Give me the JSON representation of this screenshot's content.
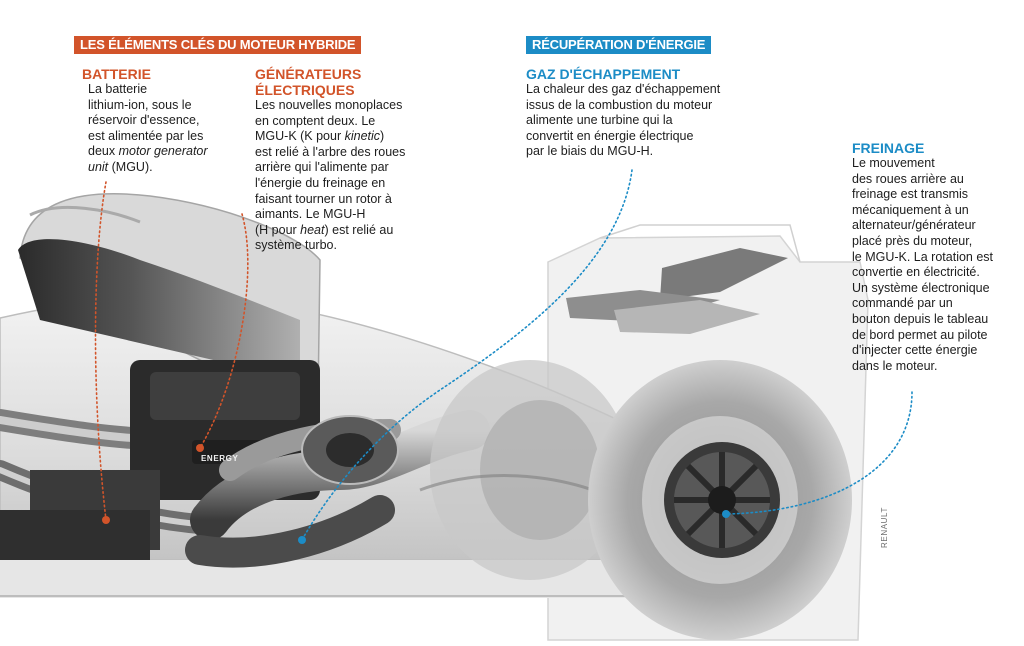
{
  "banners": {
    "hybrid": "LES ÉLÉMENTS CLÉS DU MOTEUR HYBRIDE",
    "recovery": "RÉCUPÉRATION D'ÉNERGIE"
  },
  "battery": {
    "title": "BATTERIE",
    "lines": [
      "La batterie",
      "lithium-ion, sous le",
      "réservoir d'essence,",
      "est alimentée par les"
    ],
    "line5_prefix": "deux ",
    "line5_italic": "motor generator",
    "line6_italic": "unit",
    "line6_suffix": " (MGU)."
  },
  "generators": {
    "title_1": "GÉNÉRATEURS",
    "title_2": "ÉLECTRIQUES",
    "line1": "Les nouvelles monoplaces",
    "line2": "en comptent deux. Le",
    "line3_prefix": "MGU-K (K pour ",
    "line3_italic": "kinetic",
    "line3_suffix": ")",
    "line4": "est relié à l'arbre des roues",
    "line5": "arrière qui l'alimente par",
    "line6": "l'énergie du freinage en",
    "line7": "faisant tourner un rotor à",
    "line8": "aimants. Le MGU-H",
    "line9_prefix": "(H pour ",
    "line9_italic": "heat",
    "line9_suffix": ") est relié au",
    "line10": "système turbo."
  },
  "exhaust": {
    "title": "GAZ D'ÉCHAPPEMENT",
    "lines": [
      "La chaleur des gaz d'échappement",
      "issus de la combustion du moteur",
      "alimente une turbine qui la",
      "convertit en énergie électrique",
      "par le biais du MGU-H."
    ]
  },
  "braking": {
    "title": "FREINAGE",
    "lines": [
      "Le mouvement",
      "des roues arrière au",
      "freinage est transmis",
      "mécaniquement à un",
      "alternateur/générateur",
      "placé près du moteur,",
      "le MGU-K. La rotation est",
      "convertie en électricité.",
      "Un système électronique",
      "commandé par un",
      "bouton depuis le tableau",
      "de bord permet au pilote",
      "d'injecter cette énergie",
      "dans le moteur."
    ]
  },
  "engine_label": "ENERGY",
  "credit": "RENAULT",
  "colors": {
    "orange_accent": "#d2542a",
    "blue_accent": "#1c8cc6"
  }
}
